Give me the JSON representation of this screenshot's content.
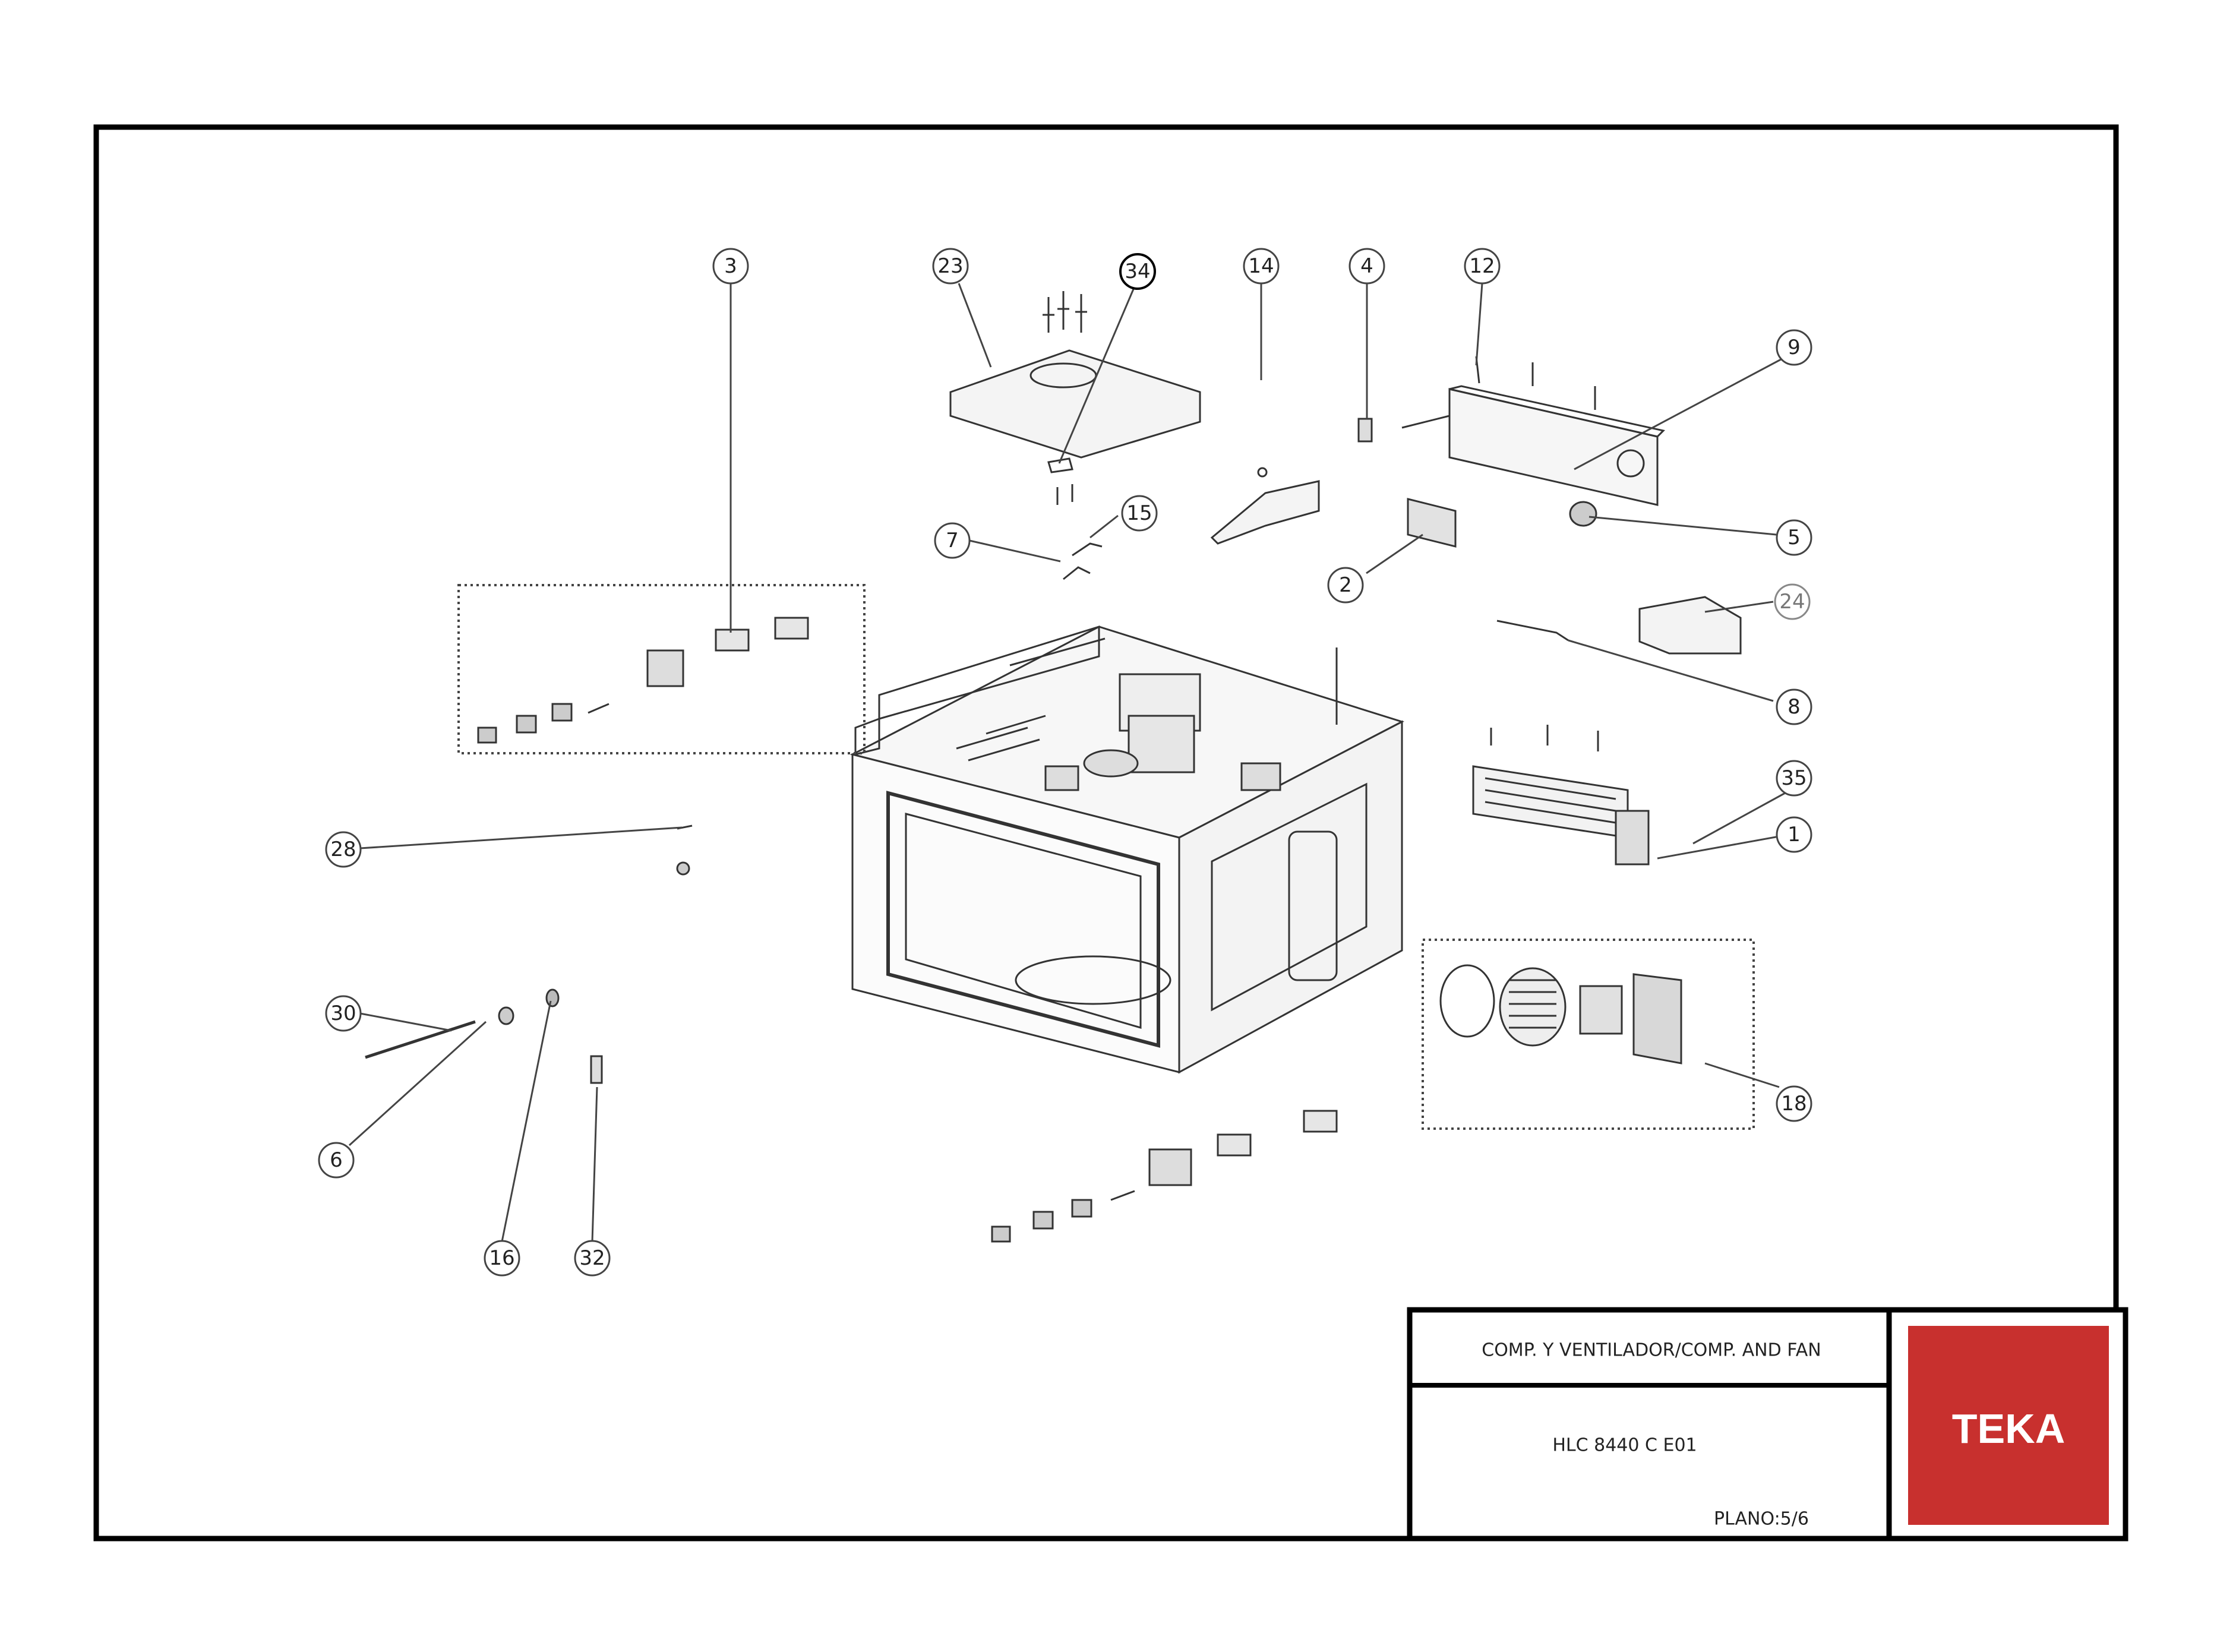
{
  "title_block": {
    "title": "COMP. Y VENTILADOR/COMP. AND FAN",
    "model": "HLC 8440 C E01",
    "sheet": "PLANO:5/6"
  },
  "brand": {
    "logo": "TEKA",
    "color": "#c8302e"
  },
  "callouts": [
    "3",
    "23",
    "34",
    "14",
    "4",
    "12",
    "9",
    "5",
    "2",
    "7",
    "15",
    "24",
    "8",
    "35",
    "1",
    "28",
    "30",
    "6",
    "16",
    "32",
    "18"
  ]
}
